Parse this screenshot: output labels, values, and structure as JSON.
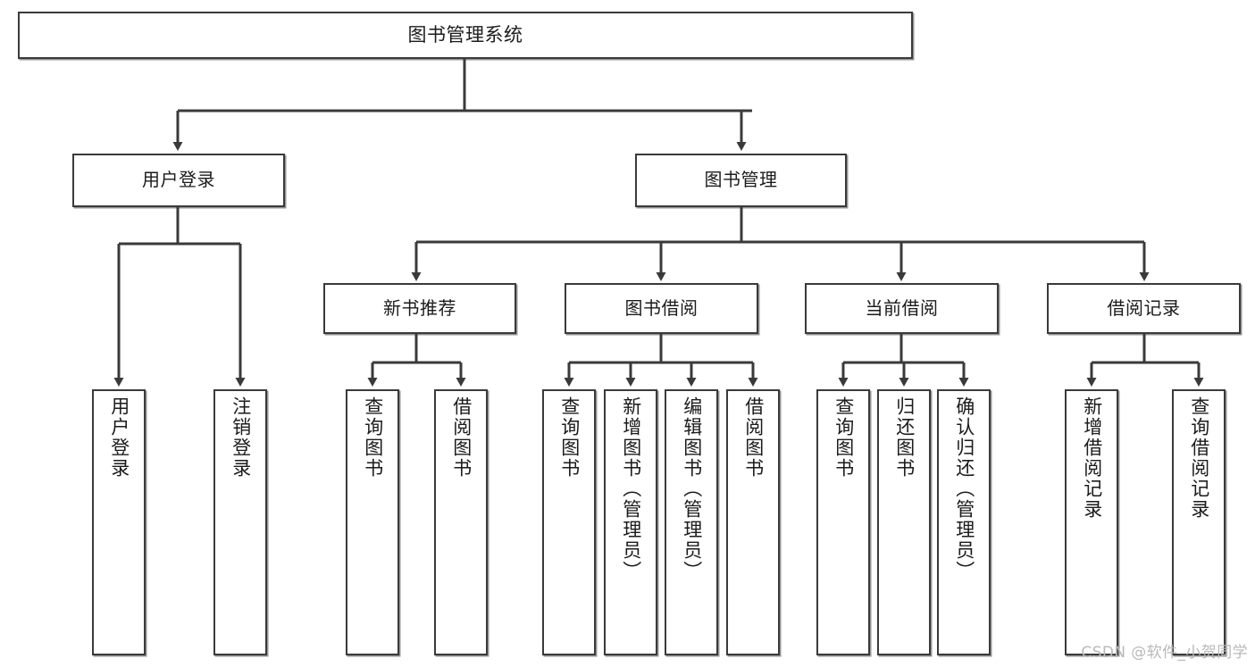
{
  "diagram": {
    "type": "tree-hierarchy-chart",
    "title": "图书管理系统",
    "watermark": "CSDN @软件_小贺同学",
    "colors": {
      "box_border": "#3a3a3a",
      "box_fill": "#ffffff",
      "connector": "#3a3a3a",
      "text": "#1b1b1b",
      "watermark": "#b9b9b9",
      "background": "#ffffff"
    },
    "nodes": {
      "root": {
        "label": "图书管理系统",
        "level": 1
      },
      "level2": [
        {
          "id": "user-login",
          "label": "用户登录"
        },
        {
          "id": "book-management",
          "label": "图书管理"
        }
      ],
      "level3": [
        {
          "id": "new-book-recommend",
          "label": "新书推荐",
          "parent": "book-management"
        },
        {
          "id": "book-borrow",
          "label": "图书借阅",
          "parent": "book-management"
        },
        {
          "id": "current-borrow",
          "label": "当前借阅",
          "parent": "book-management"
        },
        {
          "id": "borrow-record",
          "label": "借阅记录",
          "parent": "book-management"
        }
      ],
      "leaves": [
        {
          "id": "leaf-user-login",
          "label": "用户登录",
          "parent": "user-login"
        },
        {
          "id": "leaf-logout-login",
          "label": "注销登录",
          "parent": "user-login"
        },
        {
          "id": "leaf-query-book-1",
          "label": "查询图书",
          "parent": "new-book-recommend"
        },
        {
          "id": "leaf-borrow-book-1",
          "label": "借阅图书",
          "parent": "new-book-recommend"
        },
        {
          "id": "leaf-query-book-2",
          "label": "查询图书",
          "parent": "book-borrow"
        },
        {
          "id": "leaf-add-book",
          "label": "新增图书（管理员）",
          "parent": "book-borrow"
        },
        {
          "id": "leaf-edit-book",
          "label": "编辑图书（管理员）",
          "parent": "book-borrow"
        },
        {
          "id": "leaf-borrow-book-2",
          "label": "借阅图书",
          "parent": "book-borrow"
        },
        {
          "id": "leaf-query-book-3",
          "label": "查询图书",
          "parent": "current-borrow"
        },
        {
          "id": "leaf-return-book",
          "label": "归还图书",
          "parent": "current-borrow"
        },
        {
          "id": "leaf-confirm-return",
          "label": "确认归还（管理员）",
          "parent": "current-borrow"
        },
        {
          "id": "leaf-add-record",
          "label": "新增借阅记录",
          "parent": "borrow-record"
        },
        {
          "id": "leaf-query-record",
          "label": "查询借阅记录",
          "parent": "borrow-record"
        }
      ]
    }
  }
}
